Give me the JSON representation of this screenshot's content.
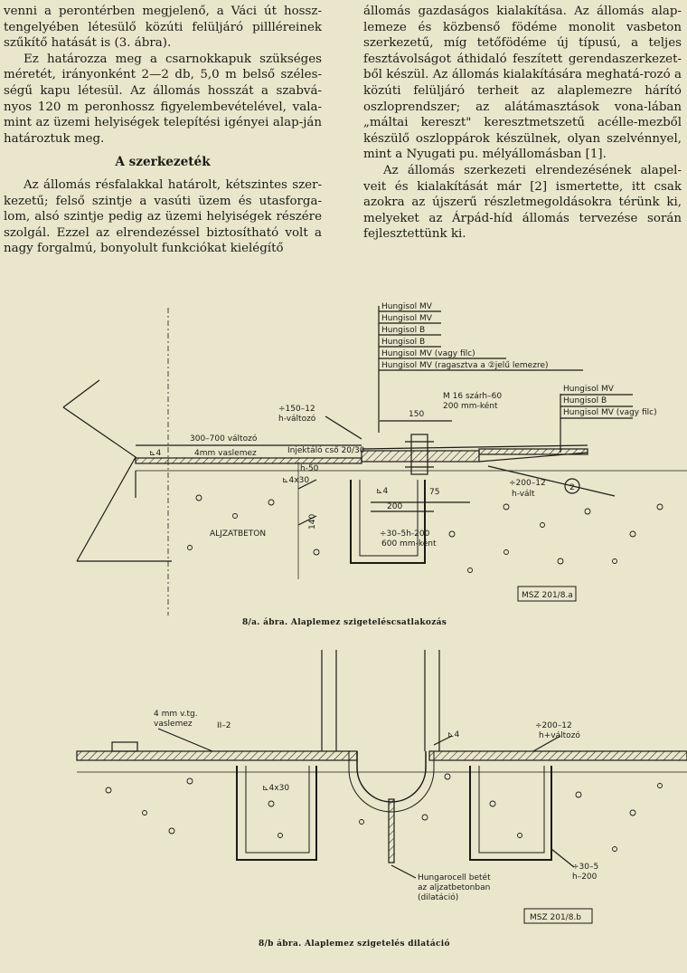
{
  "left_column": {
    "p1": "venni a perontérben megjelenő, a Váci út hossz-tengelyében létesülő közúti felüljáró pillléreinek szűkítő hatását is (3. ábra).",
    "p2": "Ez határozza meg a csarnokkapuk szükséges méretét, irányonként 2—2 db, 5,0 m belső széles-ségű kapu létesül. Az állomás hosszát a szabvá-nyos 120 m peronhossz figyelembevételével, vala-mint az üzemi helyiségek telepítési igényei alap-ján határoztuk meg.",
    "heading": "A szerkezeték",
    "p3": "Az állomás résfalakkal határolt, kétszintes szer-kezetű; felső szintje a vasúti üzem és utasforga-lom, alsó szintje pedig az üzemi helyiségek részére szolgál. Ezzel az elrendezéssel biztosítható volt a nagy forgalmú, bonyolult funkciókat kielégítő"
  },
  "right_column": {
    "p1": "állomás gazdaságos kialakítása. Az állomás alap-lemeze és közbenső födéme monolit vasbeton szerkezetű, míg tetőfödéme új típusú, a teljes fesztávolságot áthidaló feszített gerendaszerkezet-ből készül. Az állomás kialakítására meghatá-rozó a közúti felüljáró terheit az alaplemezre hárító oszloprendszer; az alátámasztások vona-lában „máltai kereszt\" keresztmetszetű acélle-mezből készülő oszloppárok készülnek, olyan szelvénnyel, mint a Nyugati pu. mélyállomásban [1].",
    "p2": "Az állomás szerkezeti elrendezésének alapel-veit és kialakítását már [2] ismertette, itt csak azokra az újszerű részletmegoldásokra térünk ki, melyeket az Árpád-híd állomás tervezése során fejlesztettünk ki."
  },
  "figure_a": {
    "caption": "8/a. ábra. Alaplemez szigeteléscsatlakozás",
    "stamp": "MSZ 201/8.a",
    "layers_top": [
      "Hungisol MV",
      "Hungisol MV",
      "Hungisol B",
      "Hungisol B",
      "Hungisol MV (vagy filc)",
      "Hungisol MV (ragasztva a ②jelű lemezre)"
    ],
    "layers_right": [
      "Hungisol MV",
      "Hungisol B",
      "Hungisol MV (vagy filc)"
    ],
    "dim_150_12": "÷150–12",
    "h_valtozo": "h-változó",
    "dim_300_700": "300–700 változó",
    "vaslemez": "4mm vaslemez",
    "injektalo": "Injektáló cső 20/30",
    "dim_50": "h-50",
    "dim_150": "150",
    "bolt": "M 16 szárh–60",
    "bolt2": "200 mm-ként",
    "angle_4": "⊾4",
    "angle_4x30": "⊾4x30",
    "dim_75": "75",
    "dim_200": "200",
    "dim_200_12": "÷200–12",
    "h_valt": "h-vált",
    "marker_2": "2",
    "dim_140": "140",
    "rebar": "÷30–5h-200",
    "rebar2": "600 mm-ként",
    "concrete": "ALJZATBETON"
  },
  "figure_b": {
    "caption": "8/b ábra. Alaplemez szigetelés dilatáció",
    "stamp": "MSZ 201/8.b",
    "vaslemez1": "4 mm v.tg.",
    "vaslemez2": "vaslemez",
    "section": "II–2",
    "angle_4": "⊾4",
    "angle_4x30": "⊾4x30",
    "dim_200_12": "÷200–12",
    "h_valtozo": "h+változó",
    "dim_30_5": "÷30–5",
    "h_200": "h–200",
    "hungarocell1": "Hungarocell betét",
    "hungarocell2": "az aljzatbetonban",
    "hungarocell3": "(dilatáció)"
  }
}
